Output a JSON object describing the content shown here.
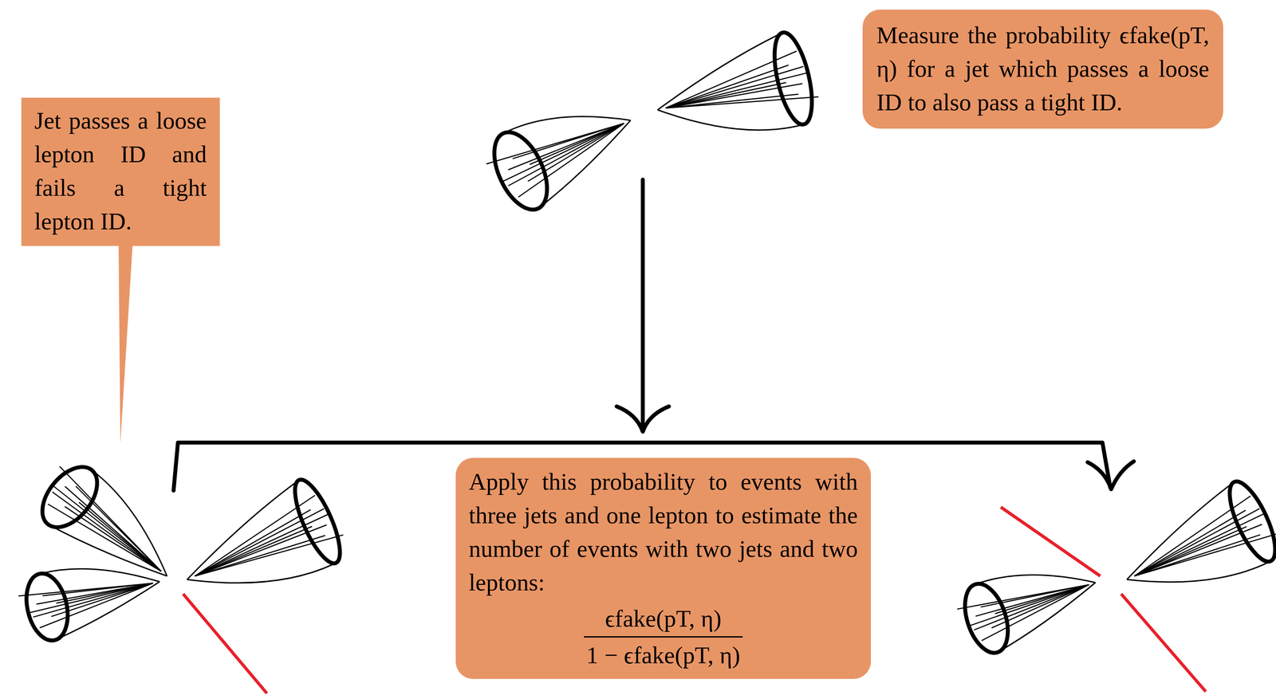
{
  "diagram": {
    "nodes": [
      {
        "text": [
          "Measure the probability ϵfake(pT, η) for a jet which passes a loose ID to also pass a tight ID."
        ]
      },
      {
        "text": [
          "Jet passes a loose lepton ID and fails a tight lepton ID."
        ]
      },
      {
        "text": [
          "Apply this probability to events with three jets and one lepton to estimate the number of events with two jets and two leptons:",
          "ϵfake(pT, η)",
          "1 − ϵfake(pT, η)"
        ]
      }
    ]
  }
}
